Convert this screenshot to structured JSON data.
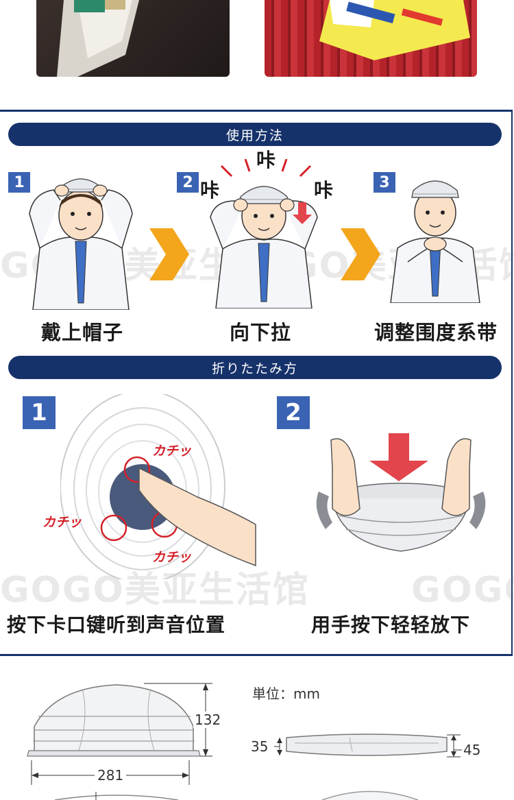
{
  "usage": {
    "title": "使用方法",
    "steps": [
      {
        "num": "1",
        "caption": "戴上帽子"
      },
      {
        "num": "2",
        "caption": "向下拉"
      },
      {
        "num": "3",
        "caption": "调整围度系带"
      }
    ],
    "sound_effect": "咔"
  },
  "folding": {
    "title": "折りたたみ方",
    "steps": [
      {
        "num": "1",
        "caption": "按下卡口键听到声音位置"
      },
      {
        "num": "2",
        "caption": "用手按下轻轻放下"
      }
    ],
    "click_label": "カチッ"
  },
  "watermark": {
    "brand": "GOGO美亚生活馆"
  },
  "dimensions": {
    "unit_label": "単位：mm",
    "height_full": "132",
    "width": "281",
    "height_folded_inner": "35",
    "height_folded_outer": "45"
  },
  "colors": {
    "navy": "#16326b",
    "badge_blue": "#3b63b4",
    "accent_red": "#d52028"
  }
}
